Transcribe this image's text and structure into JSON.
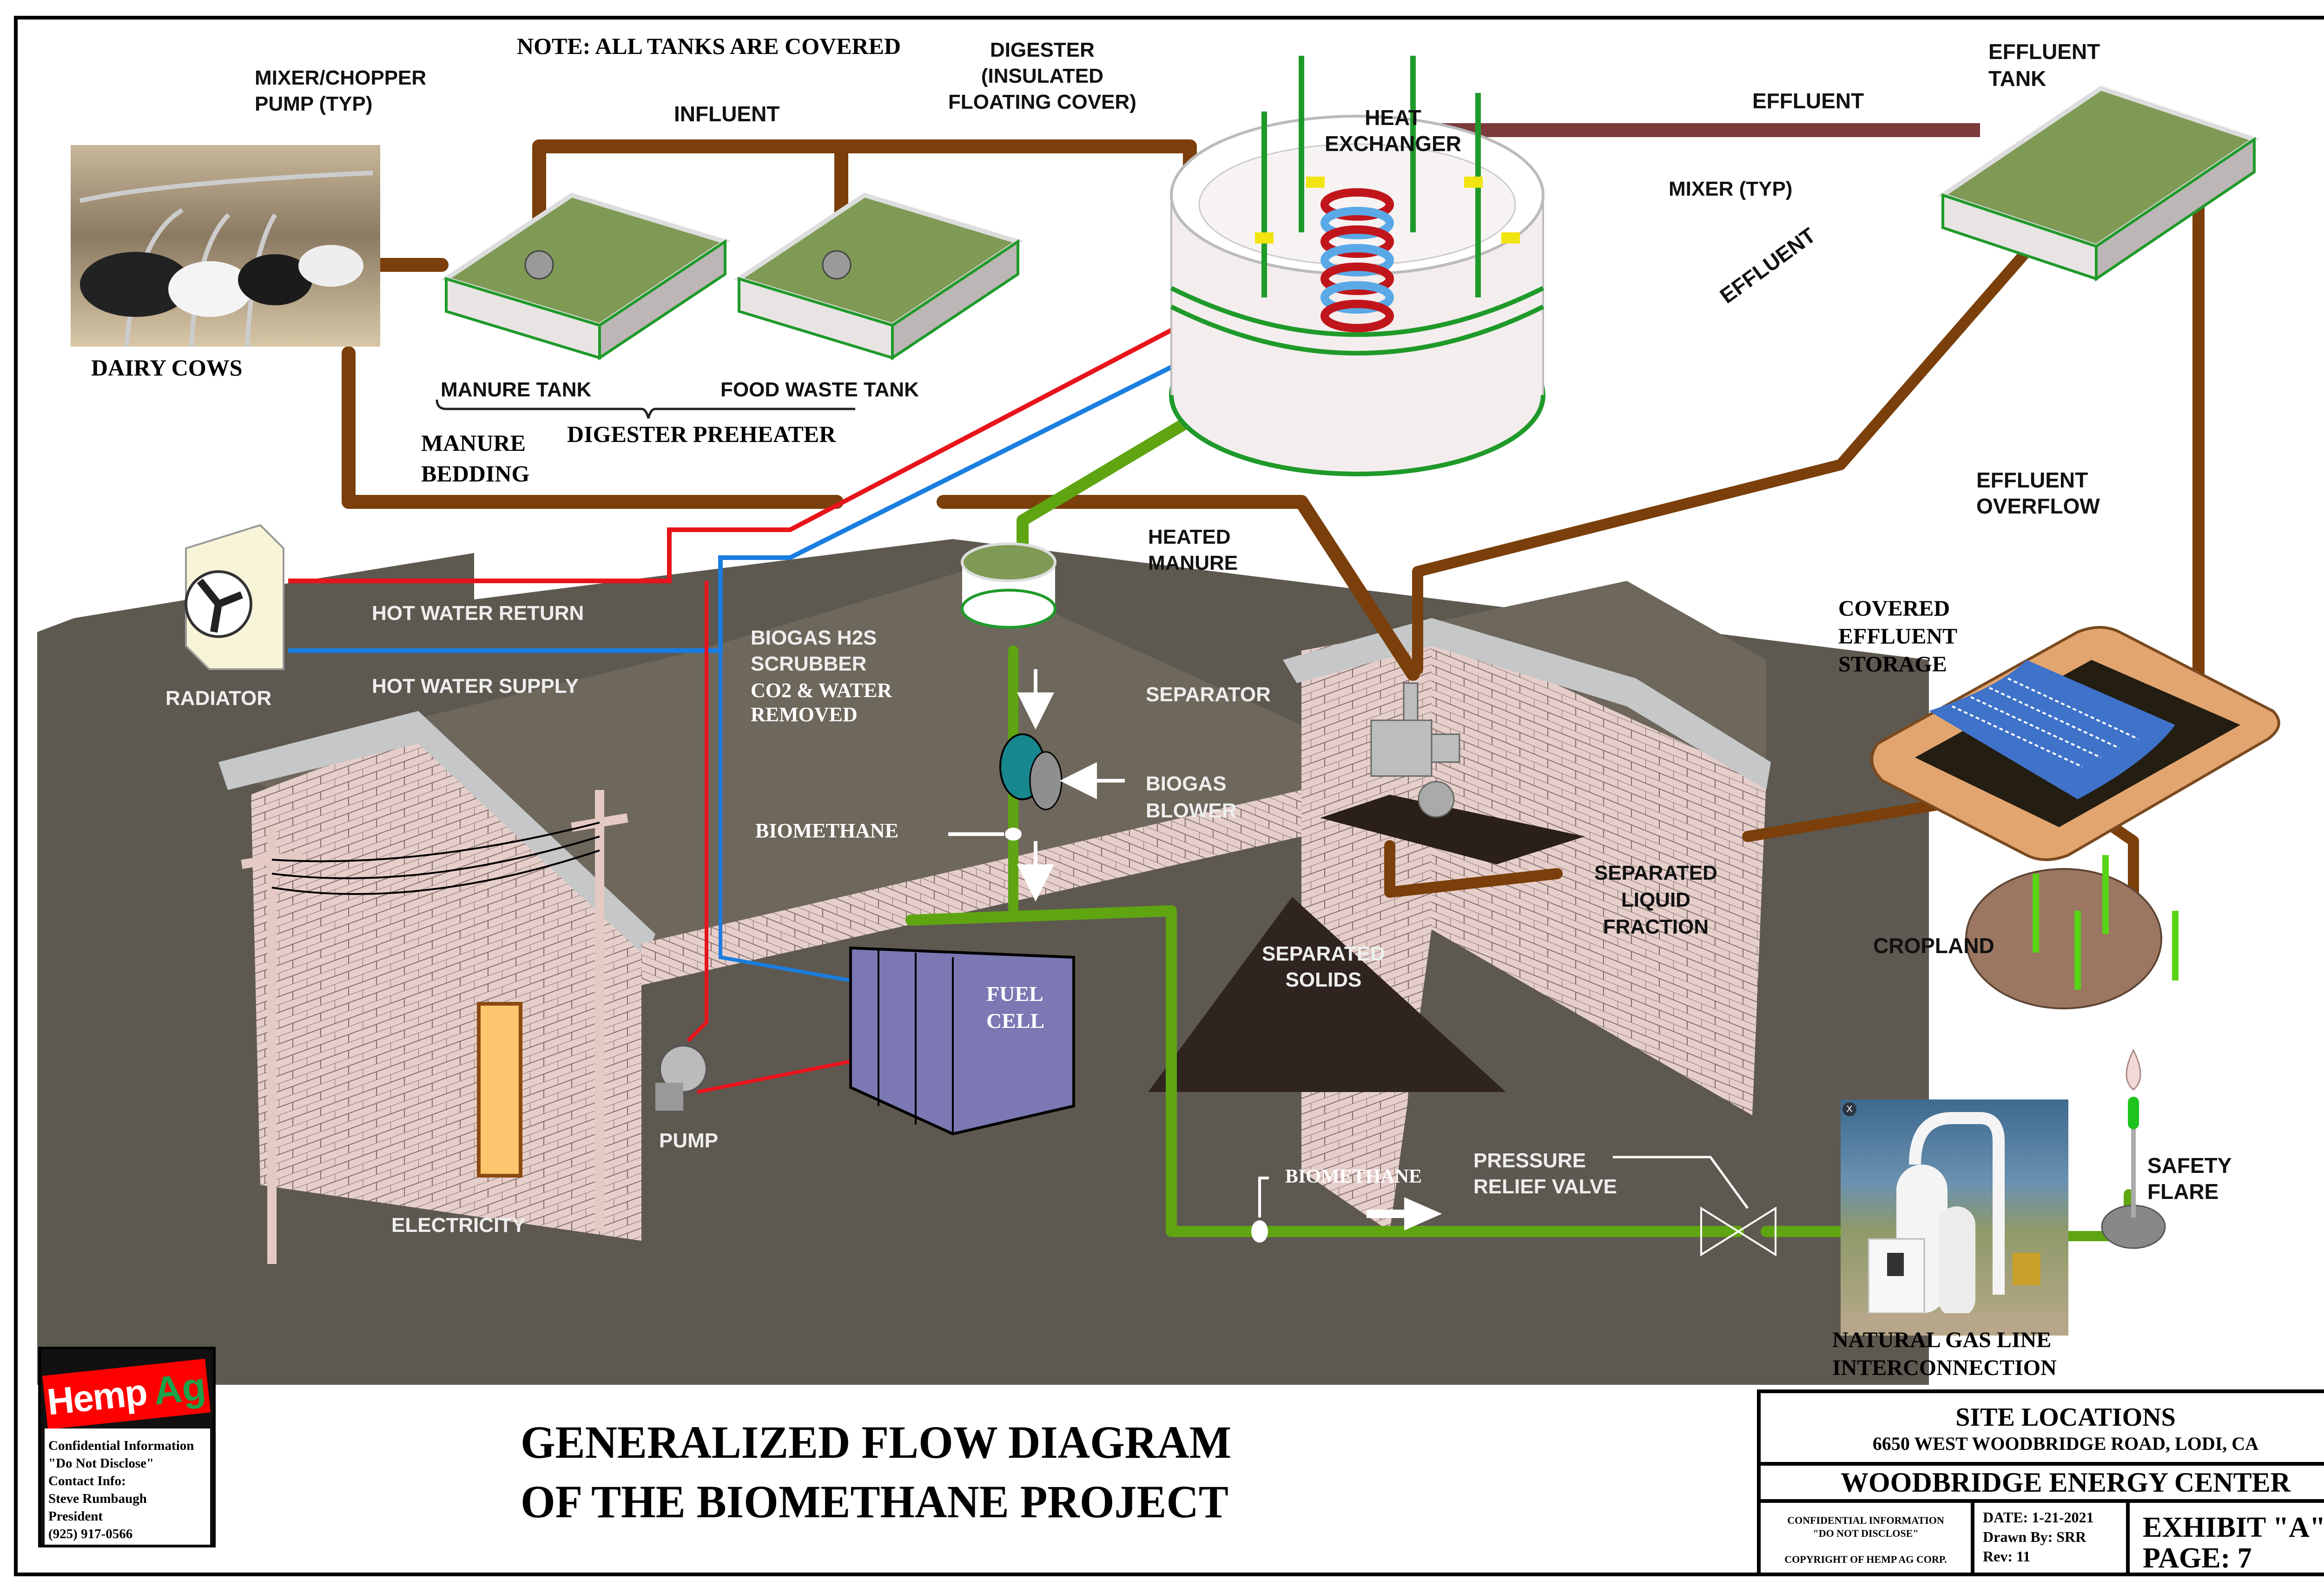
{
  "document": {
    "title_lines": [
      "GENERALIZED FLOW DIAGRAM",
      "OF THE BIOMETHANE PROJECT"
    ],
    "note": "NOTE: ALL TANKS ARE COVERED"
  },
  "logo": {
    "brand_word1": "Hemp",
    "brand_word2": "Ag",
    "brand_colors": {
      "banner": "#ff0000",
      "word1": "#ffffff",
      "word2": "#1aa14a"
    },
    "info_lines": [
      "Confidential Information",
      "\"Do Not Disclose\"",
      "Contact Info:",
      "Steve Rumbaugh",
      "President",
      "(925) 917-0566"
    ]
  },
  "title_block": {
    "heading": "SITE LOCATIONS",
    "address": "6650 WEST WOODBRIDGE ROAD, LODI, CA",
    "project": "WOODBRIDGE ENERGY CENTER",
    "confidential_lines": [
      "CONFIDENTIAL INFORMATION",
      "\"DO NOT DISCLOSE\"",
      "",
      "COPYRIGHT OF HEMP AG CORP."
    ],
    "date": "DATE: 1-21-2021",
    "drawn_by": "Drawn By: SRR",
    "rev": "Rev: 11",
    "exhibit": "EXHIBIT \"A\"",
    "page": "PAGE: 7"
  },
  "labels": {
    "mixer_chopper": [
      "MIXER/CHOPPER",
      "PUMP (TYP)"
    ],
    "influent": "INFLUENT",
    "digester": [
      "DIGESTER",
      "(INSULATED",
      "FLOATING COVER)"
    ],
    "heat_exchanger": [
      "HEAT",
      "EXCHANGER"
    ],
    "effluent_top": "EFFLUENT",
    "effluent_tank": [
      "EFFLUENT",
      "TANK"
    ],
    "mixer_typ": "MIXER (TYP)",
    "effluent_diag": "EFFLUENT",
    "dairy_cows": "DAIRY COWS",
    "manure_tank": "MANURE TANK",
    "food_waste_tank": "FOOD WASTE TANK",
    "digester_preheater": "DIGESTER PREHEATER",
    "manure_bedding": [
      "MANURE",
      "BEDDING"
    ],
    "effluent_overflow": [
      "EFFLUENT",
      "OVERFLOW"
    ],
    "heated_manure": [
      "HEATED",
      "MANURE"
    ],
    "hot_water_return": "HOT WATER RETURN",
    "hot_water_supply": "HOT WATER SUPPLY",
    "radiator": "RADIATOR",
    "scrubber": [
      "BIOGAS H2S",
      "SCRUBBER"
    ],
    "scrubber_note": [
      "CO2 & WATER",
      "REMOVED"
    ],
    "separator": "SEPARATOR",
    "biogas_blower": [
      "BIOGAS",
      "BLOWER"
    ],
    "biomethane_upper": "BIOMETHANE",
    "covered_storage": [
      "COVERED",
      "EFFLUENT",
      "STORAGE"
    ],
    "separated_liquid": [
      "SEPARATED",
      "LIQUID",
      "FRACTION"
    ],
    "cropland": "CROPLAND",
    "separated_solids": [
      "SEPARATED",
      "SOLIDS"
    ],
    "fuel_cell": [
      "FUEL",
      "CELL"
    ],
    "pump": "PUMP",
    "electricity": "ELECTRICITY",
    "biomethane_lower": "BIOMETHANE",
    "pressure_relief": [
      "PRESSURE",
      "RELIEF VALVE"
    ],
    "safety_flare": [
      "SAFETY",
      "FLARE"
    ],
    "gas_interconnect": [
      "NATURAL GAS LINE",
      "INTERCONNECTION"
    ],
    "photo_close": "X"
  },
  "colors": {
    "manure_pipe": "#7a3f0a",
    "effluent_pipe": "#7b3b3b",
    "hot_water_return": "#e8141b",
    "hot_water_supply": "#1a7de0",
    "biogas_pipe": "#5fa511",
    "ground": "#5e5950",
    "roof": "#6e675c",
    "brick": "#e6cfcb",
    "fuel_cell": "#7b78b3",
    "tank_fill": "#7e9a55",
    "cover_blue": "#3f72c9",
    "soil": "#9b7761"
  }
}
